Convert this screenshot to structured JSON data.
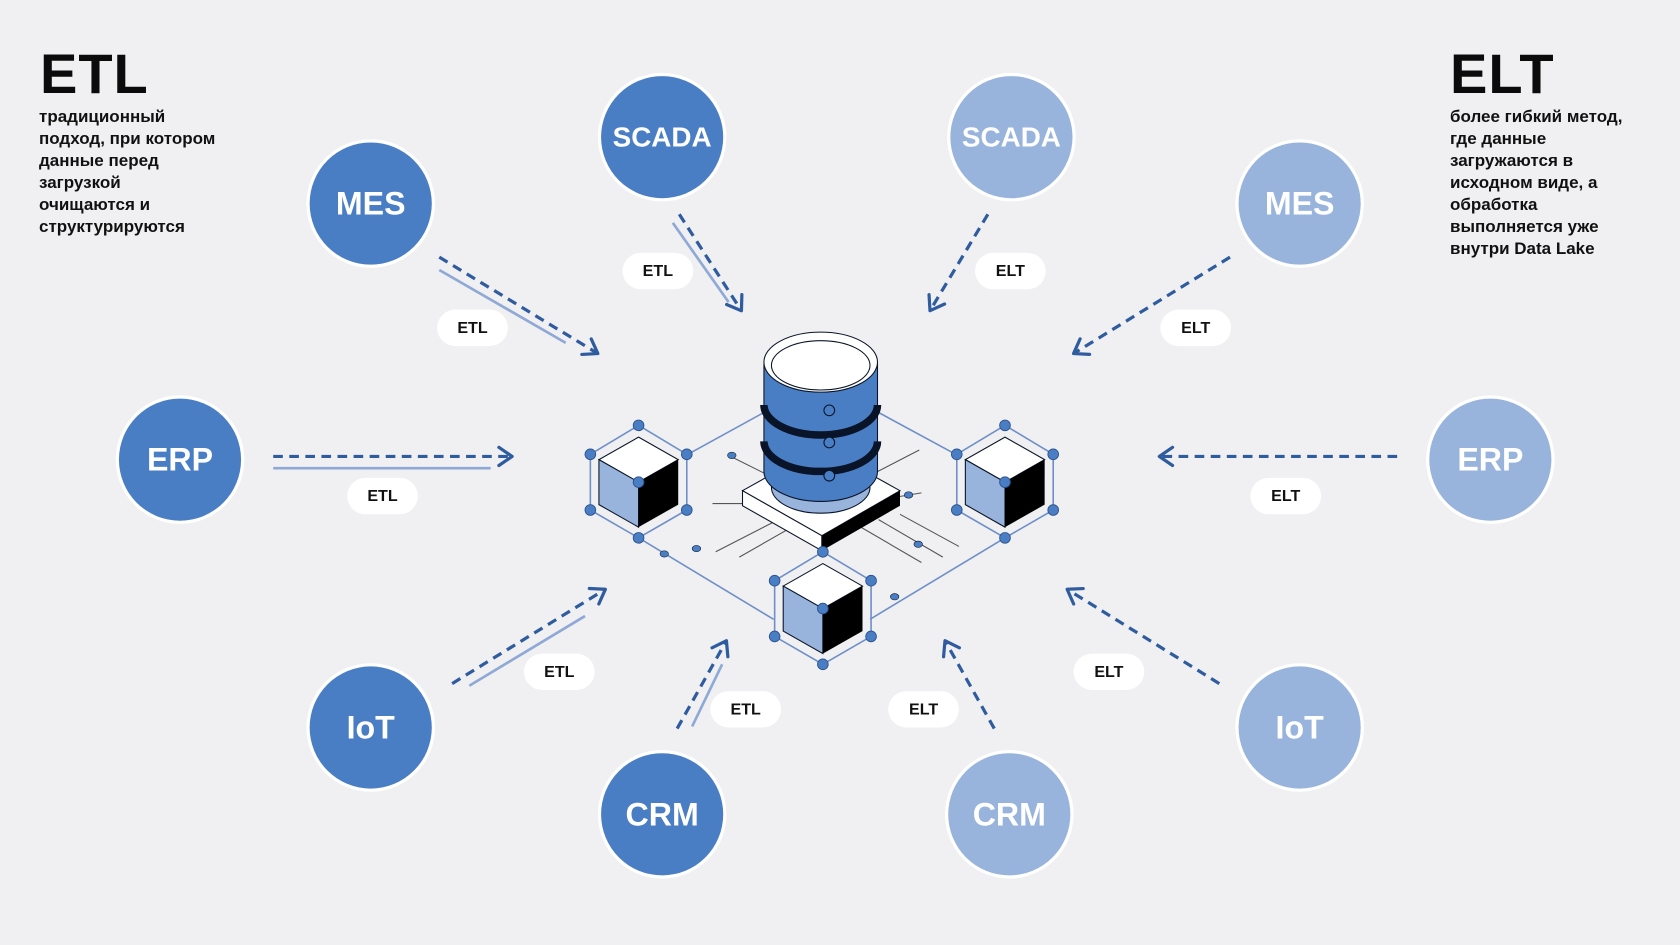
{
  "left": {
    "title": "ETL",
    "description_lines": [
      "традиционный",
      "подход, при котором",
      "данные перед",
      "загрузкой",
      "очищаются и",
      "структурируются"
    ]
  },
  "right": {
    "title": "ELT",
    "description_lines": [
      "более гибкий метод,",
      "где данные",
      "загружаются в",
      "исходном виде, а",
      "обработка",
      "выполняется уже",
      "внутри Data Lake"
    ]
  },
  "colors": {
    "etl_node": "#4a7ec4",
    "elt_node": "#98b4dc",
    "arrow": "#2f5c9e",
    "background": "#f0f0f2"
  },
  "nodes": {
    "etl": [
      {
        "label": "MES",
        "edge": "ETL"
      },
      {
        "label": "SCADA",
        "edge": "ETL"
      },
      {
        "label": "ERP",
        "edge": "ETL"
      },
      {
        "label": "IoT",
        "edge": "ETL"
      },
      {
        "label": "CRM",
        "edge": "ETL"
      }
    ],
    "elt": [
      {
        "label": "SCADA",
        "edge": "ELT"
      },
      {
        "label": "MES",
        "edge": "ELT"
      },
      {
        "label": "ERP",
        "edge": "ELT"
      },
      {
        "label": "IoT",
        "edge": "ELT"
      },
      {
        "label": "CRM",
        "edge": "ELT"
      }
    ]
  },
  "center": {
    "icon": "database-icon",
    "cubes": 3
  }
}
